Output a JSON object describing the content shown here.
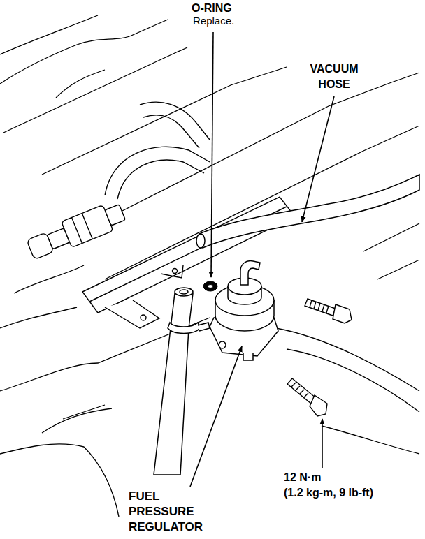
{
  "diagram": {
    "labels": [
      "O-RING",
      "Replace.",
      "VACUUM HOSE",
      "FUEL PRESSURE REGULATOR",
      "12 N·m",
      "(1.2 kg-m, 9 lb-ft)"
    ]
  }
}
